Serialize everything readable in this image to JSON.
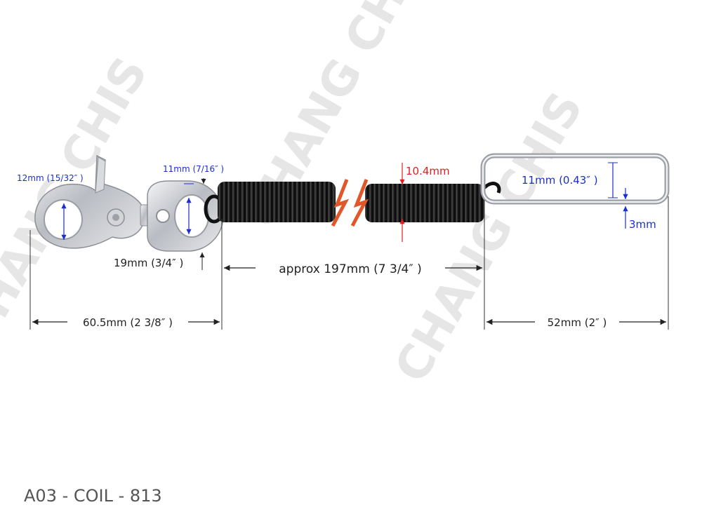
{
  "watermark": {
    "text": "CHANG CHIS"
  },
  "product": {
    "code": "A03 - COIL - 813"
  },
  "dimensions": {
    "hook_eye": "12mm (15/32″ )",
    "swivel_eye": "11mm (7/16″ )",
    "swivel_width": "19mm (3/4″ )",
    "coil_length": "approx 197mm (7 3/4″ )",
    "hook_length": "60.5mm (2 3/8″ )",
    "coil_diameter": "10.4mm",
    "ring_inner": "11mm (0.43″ )",
    "ring_wire": "3mm",
    "ring_width": "52mm (2″ )"
  },
  "colors": {
    "blue": "#1a2fcf",
    "red": "#e01f1f",
    "break_mark": "#e0572a",
    "coil": "#151515",
    "metal": "#c9ccd1"
  }
}
